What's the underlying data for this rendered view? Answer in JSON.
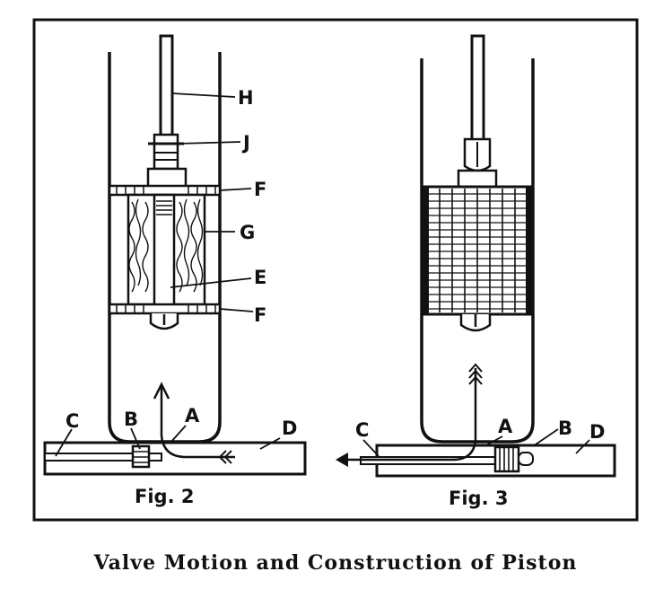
{
  "caption": "Valve Motion and Construction of Piston",
  "figures": [
    {
      "title": "Fig. 2",
      "labels": {
        "H": "H",
        "J": "J",
        "F_top": "F",
        "G": "G",
        "E": "E",
        "F_bottom": "F",
        "C": "C",
        "B": "B",
        "A": "A",
        "D": "D"
      }
    },
    {
      "title": "Fig. 3",
      "labels": {
        "C": "C",
        "A": "A",
        "B": "B",
        "D": "D"
      }
    }
  ],
  "ink_color": "#111111"
}
